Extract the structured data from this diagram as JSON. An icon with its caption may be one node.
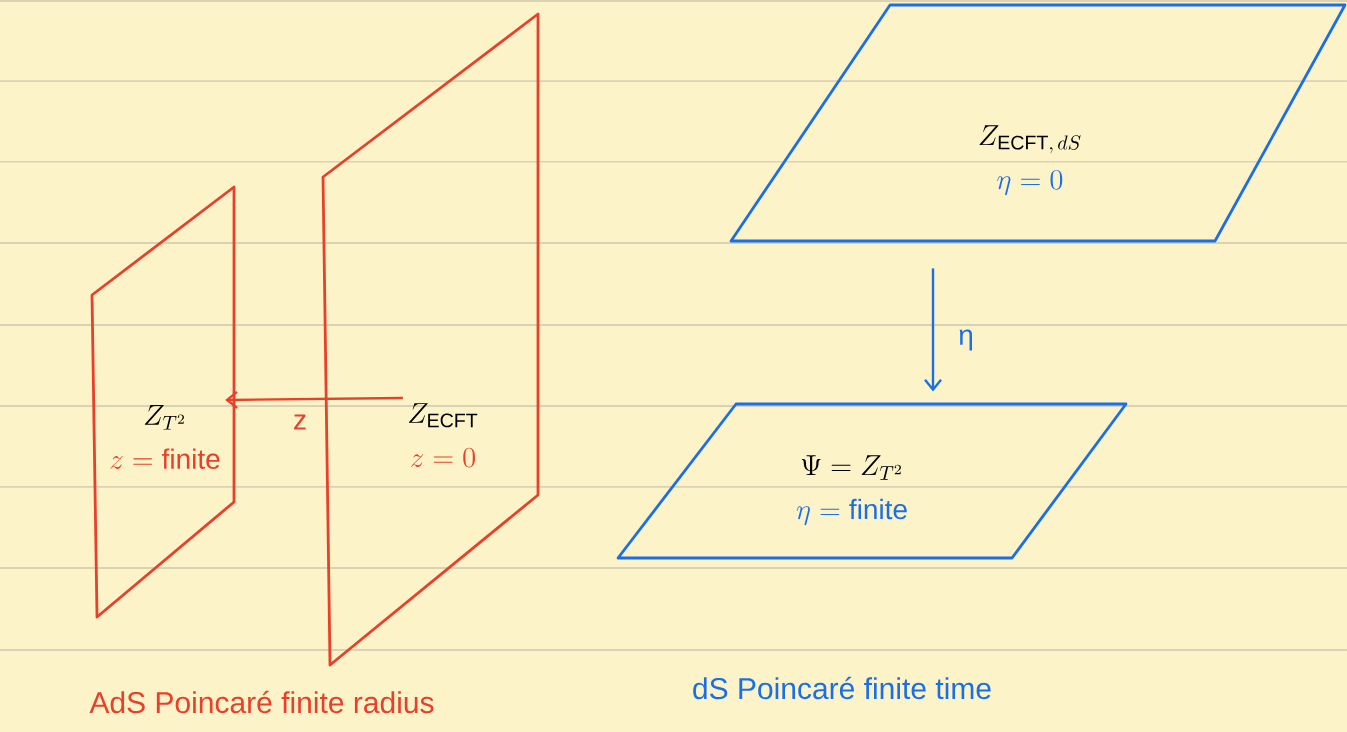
{
  "diagram": {
    "nodes": [
      {
        "text": [
          "Z_{T^2}",
          "z=\\mathrm{finite}"
        ]
      },
      {
        "text": [
          "Z_{\\mathrm{ECFT}}",
          "z=0"
        ]
      },
      {
        "text": [
          "Z_{\\mathrm{ECFT},\\,dS}",
          "\\eta=0"
        ]
      },
      {
        "text": [
          "\\Psi = Z_{T^2}",
          "\\eta=\\mathrm{finite}"
        ]
      }
    ],
    "edges": [
      {
        "from": 1,
        "to": 0,
        "arrow": "to",
        "label": "z",
        "color": "#e8402a"
      },
      {
        "from": 2,
        "to": 3,
        "arrow": "to",
        "label": "η",
        "color": "#1a6fe8"
      }
    ],
    "labels": [
      "AdS Poincaré finite radius",
      "dS Poincaré finite time"
    ]
  }
}
